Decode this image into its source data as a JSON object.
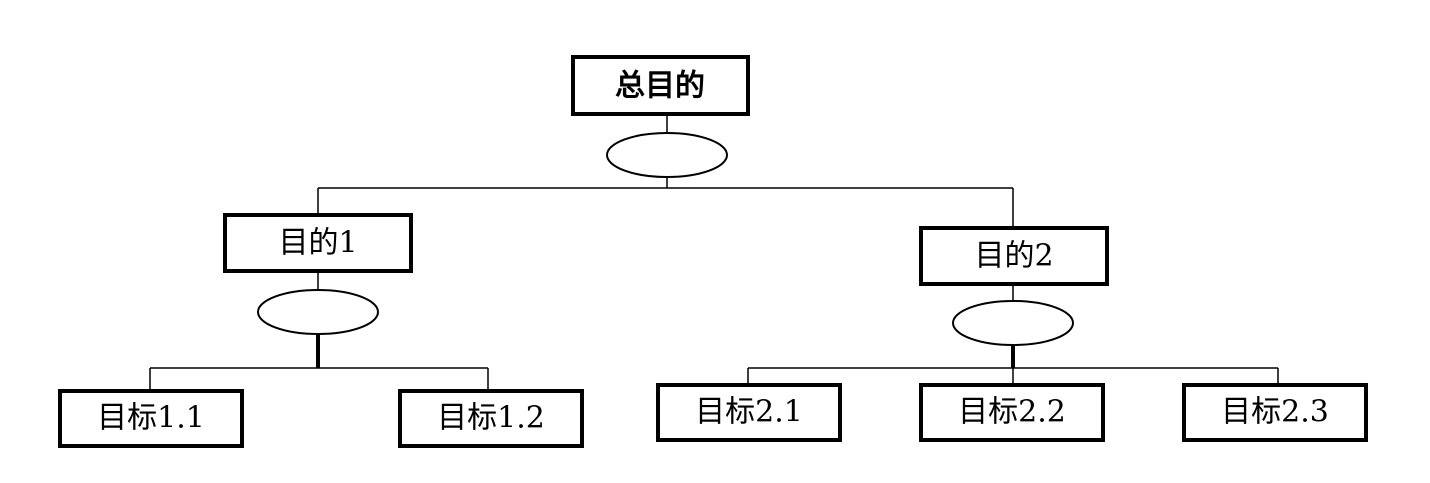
{
  "diagram": {
    "root": {
      "label": "总目的"
    },
    "purposes": [
      {
        "label": "目的1"
      },
      {
        "label": "目的2"
      }
    ],
    "goals": [
      {
        "label": "目标1.1"
      },
      {
        "label": "目标1.2"
      },
      {
        "label": "目标2.1"
      },
      {
        "label": "目标2.2"
      },
      {
        "label": "目标2.3"
      }
    ]
  }
}
